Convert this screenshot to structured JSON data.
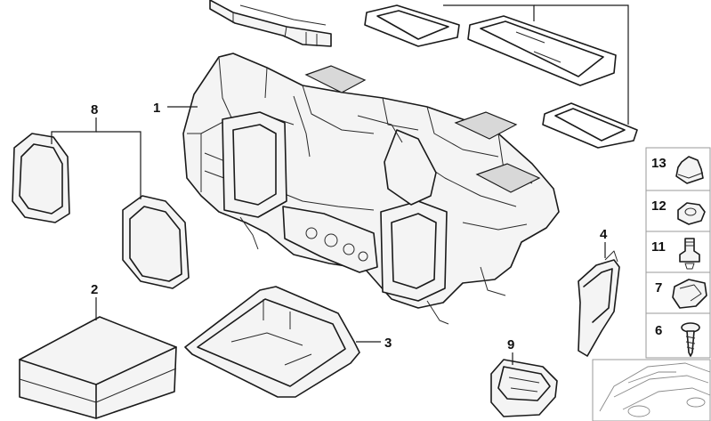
{
  "callouts": {
    "c1": "1",
    "c2": "2",
    "c3": "3",
    "c4": "4",
    "c6": "6",
    "c7": "7",
    "c8": "8",
    "c9": "9",
    "c11": "11",
    "c12": "12",
    "c13": "13"
  },
  "colors": {
    "line": "#1a1a1a",
    "panel_border": "#9a9a9a",
    "background": "#ffffff"
  }
}
